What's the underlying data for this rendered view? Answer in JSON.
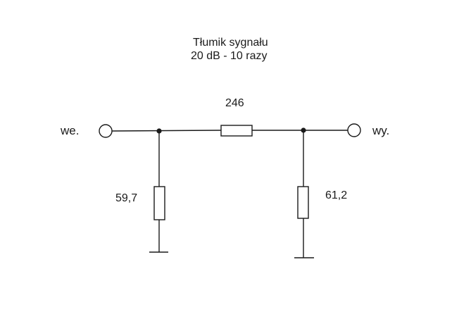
{
  "title": {
    "line1": "Tłumik sygnału",
    "line2": "20 dB - 10 razy"
  },
  "ports": {
    "input": "we.",
    "output": "wy."
  },
  "resistors": {
    "series": "246",
    "shunt_left": "59,7",
    "shunt_right": "61,2"
  },
  "colors": {
    "line": "#1a1a1a",
    "background": "#ffffff"
  }
}
